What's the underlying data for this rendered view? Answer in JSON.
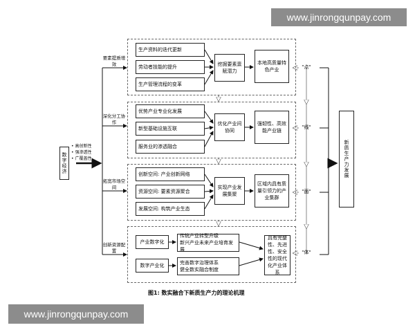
{
  "watermark": "www.jinrongqunpay.com",
  "caption": "图1: 数实融合下新质生产力的理论机理",
  "left_box": "数字经济",
  "left_features": [
    "• 高创新性",
    "• 强渗透性",
    "• 广覆盖性"
  ],
  "right_box": "新质生产力发展",
  "groups": [
    {
      "label": "要素提质增效",
      "items": [
        "生产资料的迭代更新",
        "劳动者技能的提升",
        "生产管理流程的变革"
      ],
      "middle": "挖掘要素禀赋潜力",
      "result": "本地高质量特色产业",
      "tag": "\"点\""
    },
    {
      "label": "深化分工协作",
      "items": [
        "优势产业专业化发展",
        "新型基础设施互联",
        "服务业的渗透融合"
      ],
      "middle": "优化产业间协同",
      "result": "强韧性、高效能产业链",
      "tag": "\"线\""
    },
    {
      "label": "拓宽市场空间",
      "items": [
        "创新空间: 产业创新网络",
        "资源空间: 要素资源聚合",
        "发展空间: 构筑产业生态"
      ],
      "middle": "实现产业发展集聚",
      "result": "区域内具有质量引领力的产业集群",
      "tag": "\"面\""
    },
    {
      "label": "创新资源配置",
      "items": [
        "产业数字化",
        "数字产业化"
      ],
      "details": [
        "传统产业转型升级\n新兴产业未来产业培育发展",
        "完善数字治理体系\n健全数实融合制度"
      ],
      "result": "具有完整性、先进性、安全性的现代化产业体系",
      "tag": "\"体\""
    }
  ]
}
